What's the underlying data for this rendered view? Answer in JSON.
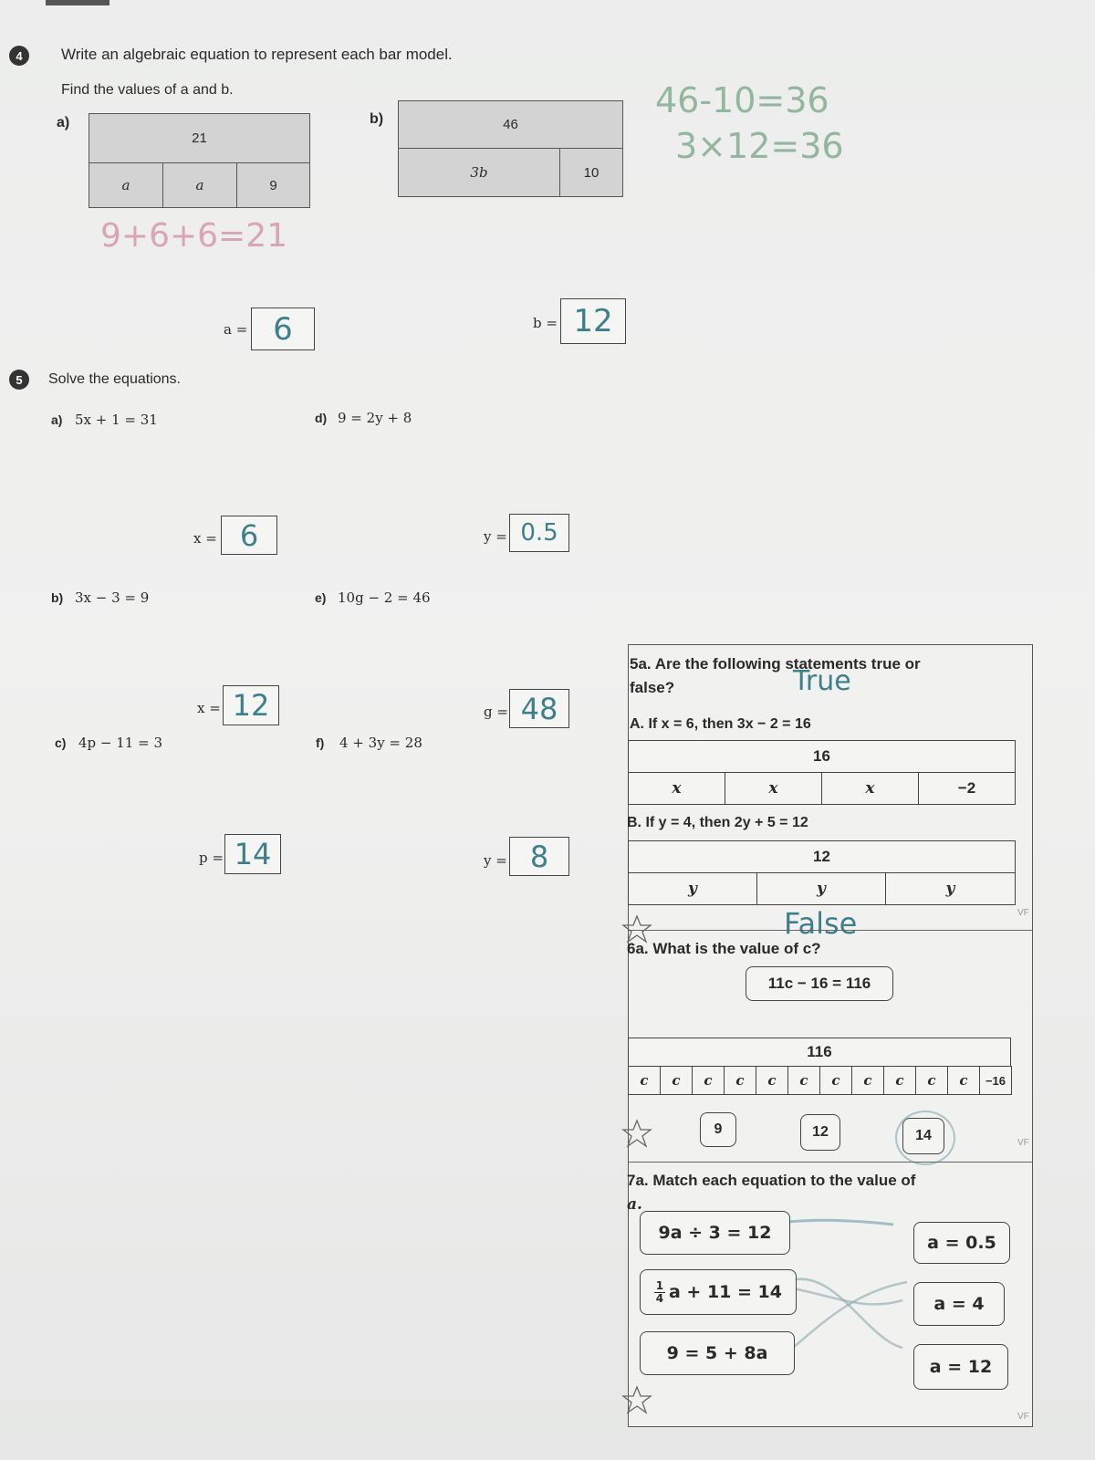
{
  "q4": {
    "number": "4",
    "instruction": "Write an algebraic equation to represent each bar model.",
    "find": "Find the values of a and b.",
    "part_a_label": "a)",
    "part_b_label": "b)",
    "model_a": {
      "total": "21",
      "parts": [
        "a",
        "a",
        "9"
      ]
    },
    "model_b": {
      "total": "46",
      "parts": [
        "3b",
        "10"
      ]
    },
    "hand_a": "9+6+6=21",
    "hand_b1": "46-10=36",
    "hand_b2": "3×12=36",
    "answer_a_label": "a =",
    "answer_a": "6",
    "answer_b_label": "b =",
    "answer_b": "12"
  },
  "q5": {
    "number": "5",
    "instruction": "Solve the equations.",
    "items": [
      {
        "label": "a)",
        "equation": "5x + 1 = 31",
        "var": "x =",
        "answer": "6"
      },
      {
        "label": "d)",
        "equation": "9 = 2y + 8",
        "var": "y =",
        "answer": "0.5"
      },
      {
        "label": "b)",
        "equation": "3x − 3 = 9",
        "var": "x =",
        "answer": "12"
      },
      {
        "label": "e)",
        "equation": "10g − 2 = 46",
        "var": "g =",
        "answer": "48"
      },
      {
        "label": "c)",
        "equation": "4p − 11 = 3",
        "var": "p =",
        "answer": "14"
      },
      {
        "label": "f)",
        "equation": "4 + 3y = 28",
        "var": "y =",
        "answer": "8"
      }
    ]
  },
  "panel": {
    "q5a_title_line1": "5a. Are the following statements true or",
    "q5a_title_line2": "false?",
    "hand_true": "True",
    "stmt_a": "A. If x = 6, then 3x − 2 = 16",
    "bar_a": {
      "total": "16",
      "parts": [
        "x",
        "x",
        "x",
        "−2"
      ]
    },
    "stmt_b": "B. If y = 4, then 2y + 5 = 12",
    "bar_b": {
      "total": "12",
      "parts": [
        "y",
        "y",
        "y"
      ]
    },
    "hand_false": "False",
    "vf": "VF",
    "q6a_title": "6a. What is the value of c?",
    "q6a_equation": "11c − 16 = 116",
    "bar_c": {
      "total": "116",
      "parts": [
        "c",
        "c",
        "c",
        "c",
        "c",
        "c",
        "c",
        "c",
        "c",
        "c",
        "c",
        "−16"
      ]
    },
    "q6a_options": [
      "9",
      "12",
      "14"
    ],
    "q7a_title_line1": "7a. Match each equation to the value of",
    "q7a_title_line2": "a.",
    "q7a_equations": [
      "9a ÷ 3 = 12",
      "a + 11 = 14",
      "9 = 5 + 8a"
    ],
    "q7a_fraction": {
      "num": "1",
      "den": "4"
    },
    "q7a_values": [
      "a = 0.5",
      "a = 4",
      "a = 12"
    ]
  },
  "colors": {
    "pen_teal": "#3e7f8c",
    "pen_green": "#6ea07d",
    "pen_pink": "#c56a86"
  }
}
